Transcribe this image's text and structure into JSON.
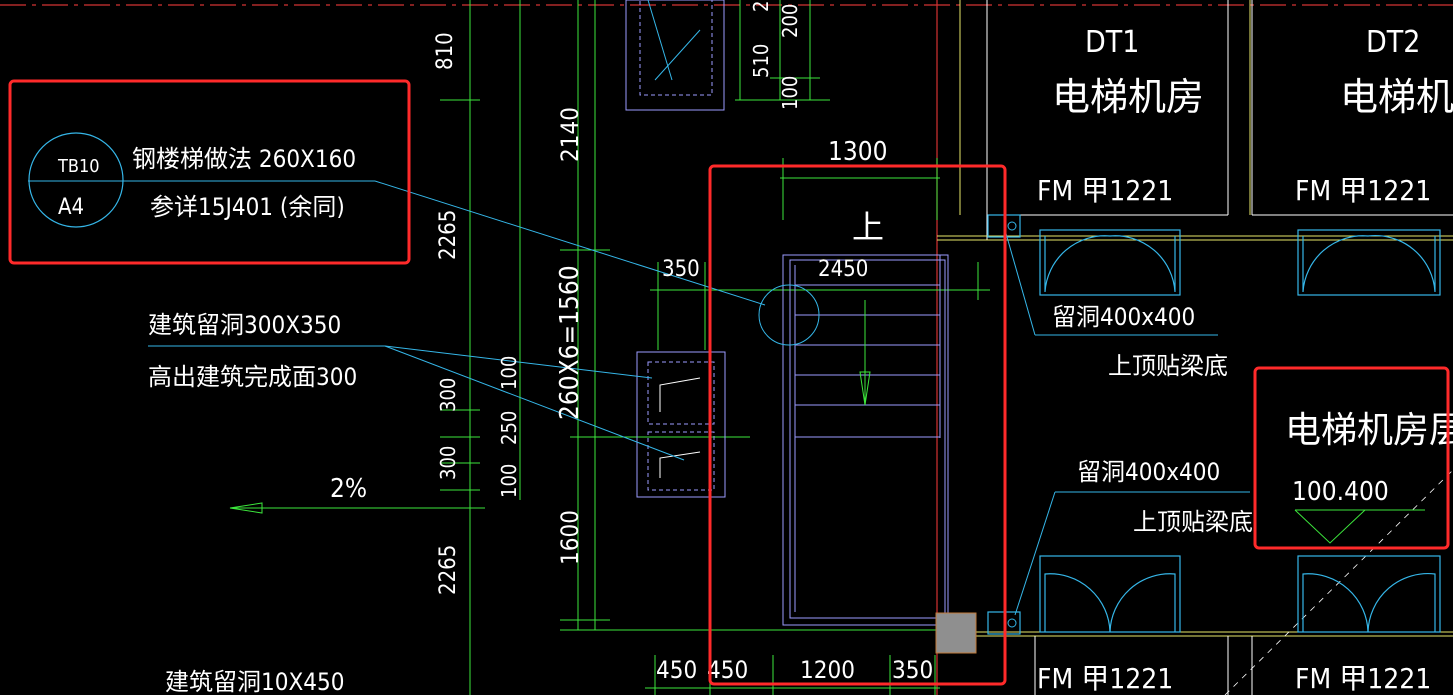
{
  "drawing": {
    "stair_callout": {
      "symbol_top": "TB10",
      "symbol_bottom": "A4",
      "line1": "钢楼梯做法 260X160",
      "line2": "参详15J401   (余同)"
    },
    "hole_note_1": {
      "line1": "建筑留洞300X350",
      "line2": "高出建筑完成面300"
    },
    "hole_note_2": "建筑留洞10X450",
    "slope": "2%",
    "stair_label": "上",
    "stair_calc": "260X6=1560",
    "elevator_rooms": [
      {
        "id": "DT1",
        "name": "电梯机房",
        "door": "FM 甲1221"
      },
      {
        "id": "DT2",
        "name": "电梯机房",
        "door": "FM 甲1221"
      }
    ],
    "doors_lower": [
      "FM 甲1221",
      "FM 甲1221"
    ],
    "openings": [
      {
        "text": "留洞400x400",
        "note": "上顶贴梁底"
      },
      {
        "text": "留洞400x400",
        "note": "上顶贴梁底"
      }
    ],
    "floor_level": {
      "label": "电梯机房层",
      "value": "100.400"
    },
    "dims_vertical_left": [
      "810",
      "2265",
      "2265",
      "300",
      "300"
    ],
    "dims_vertical_mid": [
      "2140",
      "1600",
      "100",
      "250",
      "100"
    ],
    "dims_vertical_top": [
      "510",
      "100",
      "200",
      "2"
    ],
    "dims_horizontal": [
      "1300",
      "350",
      "2450",
      "450",
      "450",
      "1200",
      "350"
    ],
    "colors": {
      "background": "#000000",
      "cyan": "#35b6e8",
      "green": "#3ce63c",
      "white": "#ffffff",
      "yellow": "#e8e86a",
      "red_highlight": "#ff2a2a",
      "lavender": "#9b9bff",
      "gray_block": "#8f8f8f"
    }
  }
}
